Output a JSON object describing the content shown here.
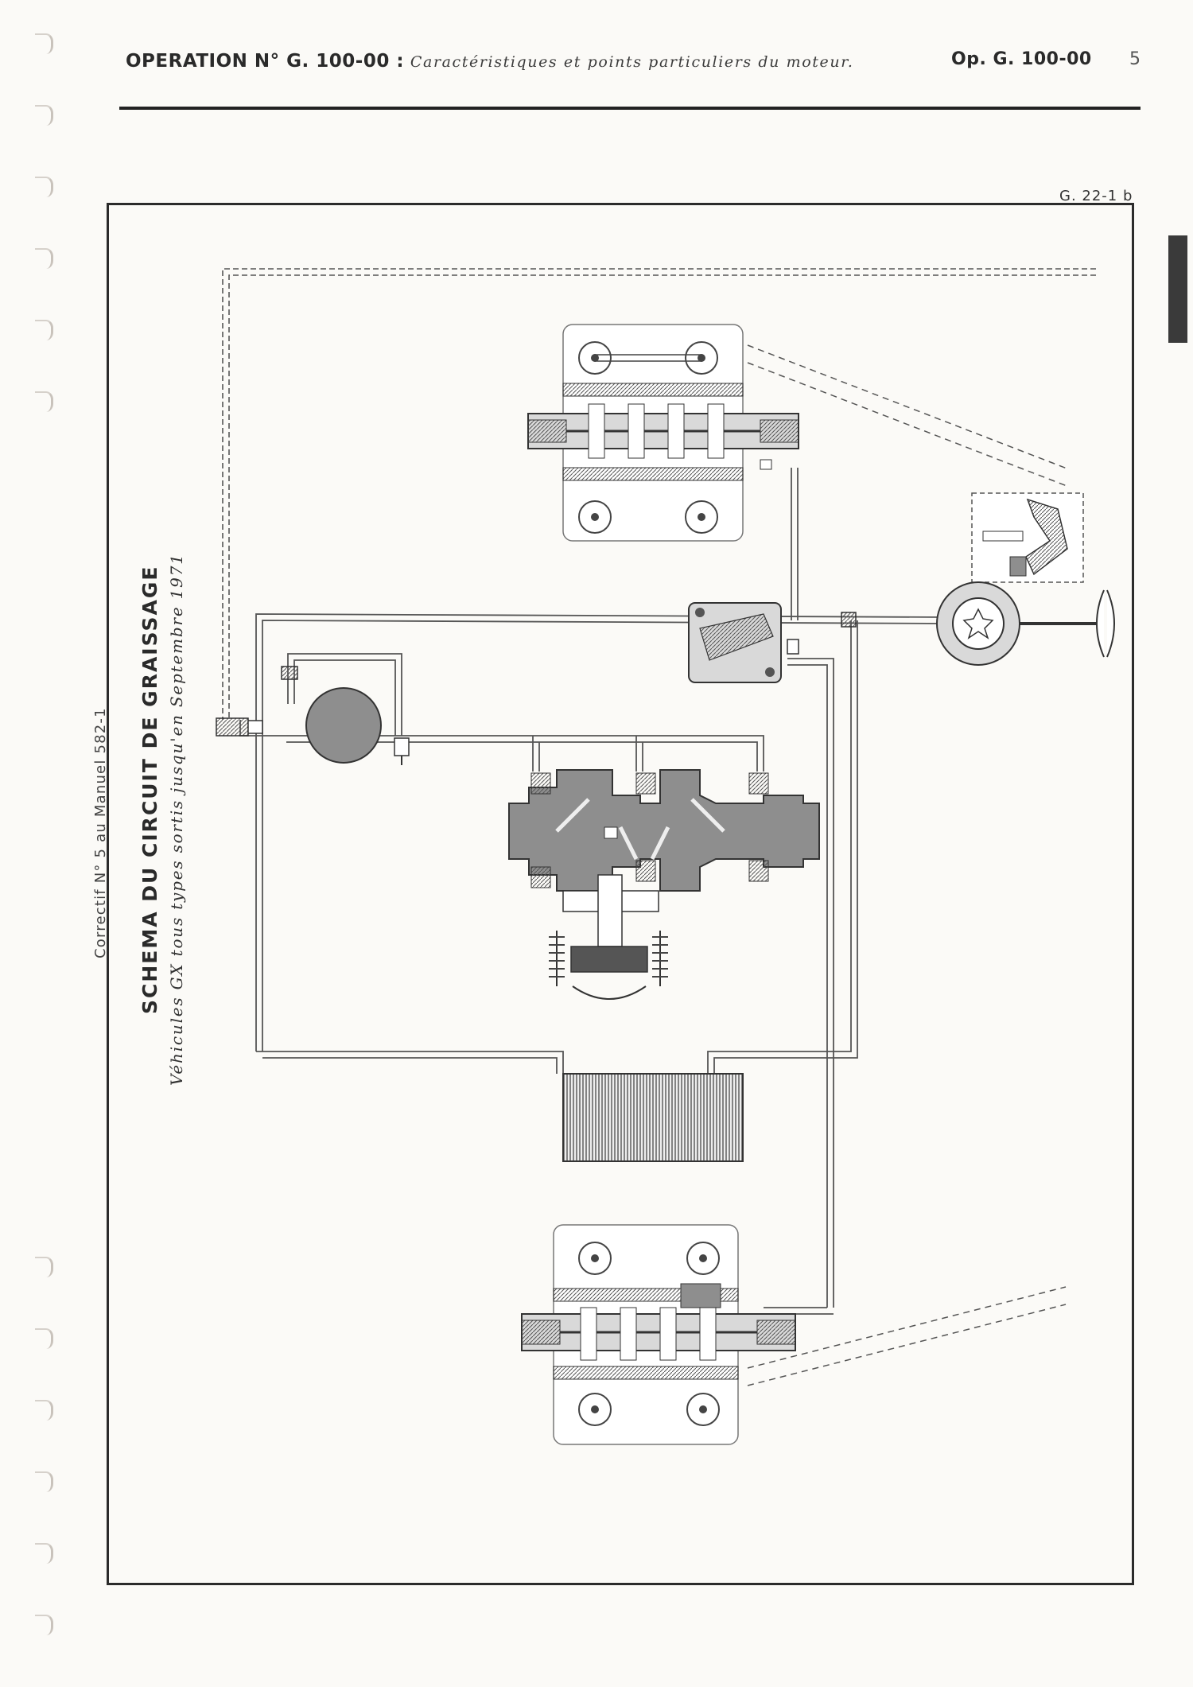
{
  "header": {
    "operation_label": "OPERATION N° G. 100-00 :",
    "operation_title": "Caractéristiques et points particuliers du moteur.",
    "reference": "Op. G. 100-00",
    "page_number": "5"
  },
  "figure": {
    "reference": "G. 22-1 b",
    "correctif_note": "Correctif N° 5 au Manuel 582-1",
    "title": "SCHEMA DU CIRCUIT DE GRAISSAGE",
    "subtitle": "Véhicules GX tous types sortis jusqu'en Septembre 1971"
  },
  "colors": {
    "ink": "#2b2b2b",
    "tube": "#555555",
    "gray_part": "#8e8e8e",
    "light_part": "#d9d9d9"
  }
}
